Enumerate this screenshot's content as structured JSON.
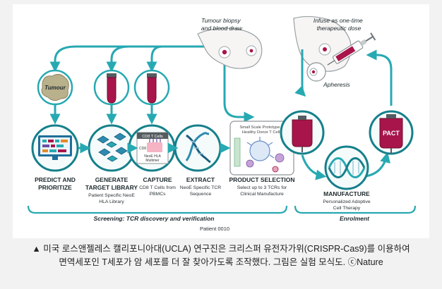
{
  "annotations": {
    "tumour_biopsy": [
      "Tumour biopsy",
      "and blood draw"
    ],
    "infuse": [
      "Infuse as one-time",
      "therapeutic dose"
    ],
    "apheresis": "Apheresis",
    "tumour_blob": "Tumour",
    "pact_bag": "PACT",
    "small_scale": [
      "Small Scale Prototype in",
      "Healthy Donor T Cells"
    ],
    "cd8_card": [
      "CD8 T Cells",
      "CD8",
      "NeoE HLA",
      "Multimer"
    ],
    "patient_id": "Patient 0010"
  },
  "steps": [
    {
      "title": [
        "PREDICT AND",
        "PRIORITIZE"
      ],
      "desc": []
    },
    {
      "title": [
        "GENERATE",
        "TARGET LIBRARY"
      ],
      "desc": [
        "Patient Specific NeoE",
        "HLA Library"
      ]
    },
    {
      "title": [
        "CAPTURE"
      ],
      "desc": [
        "CD8 T Cells from",
        "PBMCs"
      ]
    },
    {
      "title": [
        "EXTRACT"
      ],
      "desc": [
        "NeoE Specific TCR",
        "Sequence"
      ]
    },
    {
      "title": [
        "PRODUCT SELECTION"
      ],
      "desc": [
        "Select up to 3 TCRs for",
        "Clinical Manufacture"
      ]
    },
    {
      "title": [
        "MANUFACTURE"
      ],
      "desc": [
        "Personalized Adoptive",
        "Cell Therapy"
      ]
    }
  ],
  "phases": {
    "screening": "Screening: TCR discovery and verification",
    "enrolment": "Enrolment"
  },
  "caption": {
    "line1": "▲ 미국 로스앤젤레스 캘리포니아대(UCLA) 연구진은 크리스퍼 유전자가위(CRISPR-Cas9)를 이용하여",
    "line2": "면역세포인 T세포가 암 세포를 더 잘 찾아가도록 조작했다. 그림은 실험 모식도. ⓒNature"
  },
  "colors": {
    "teal": "#27a9b2",
    "teal_dark": "#15808a",
    "crimson": "#a8154a",
    "blob": "#b9b08c",
    "stage_ring": "#ffffff"
  }
}
